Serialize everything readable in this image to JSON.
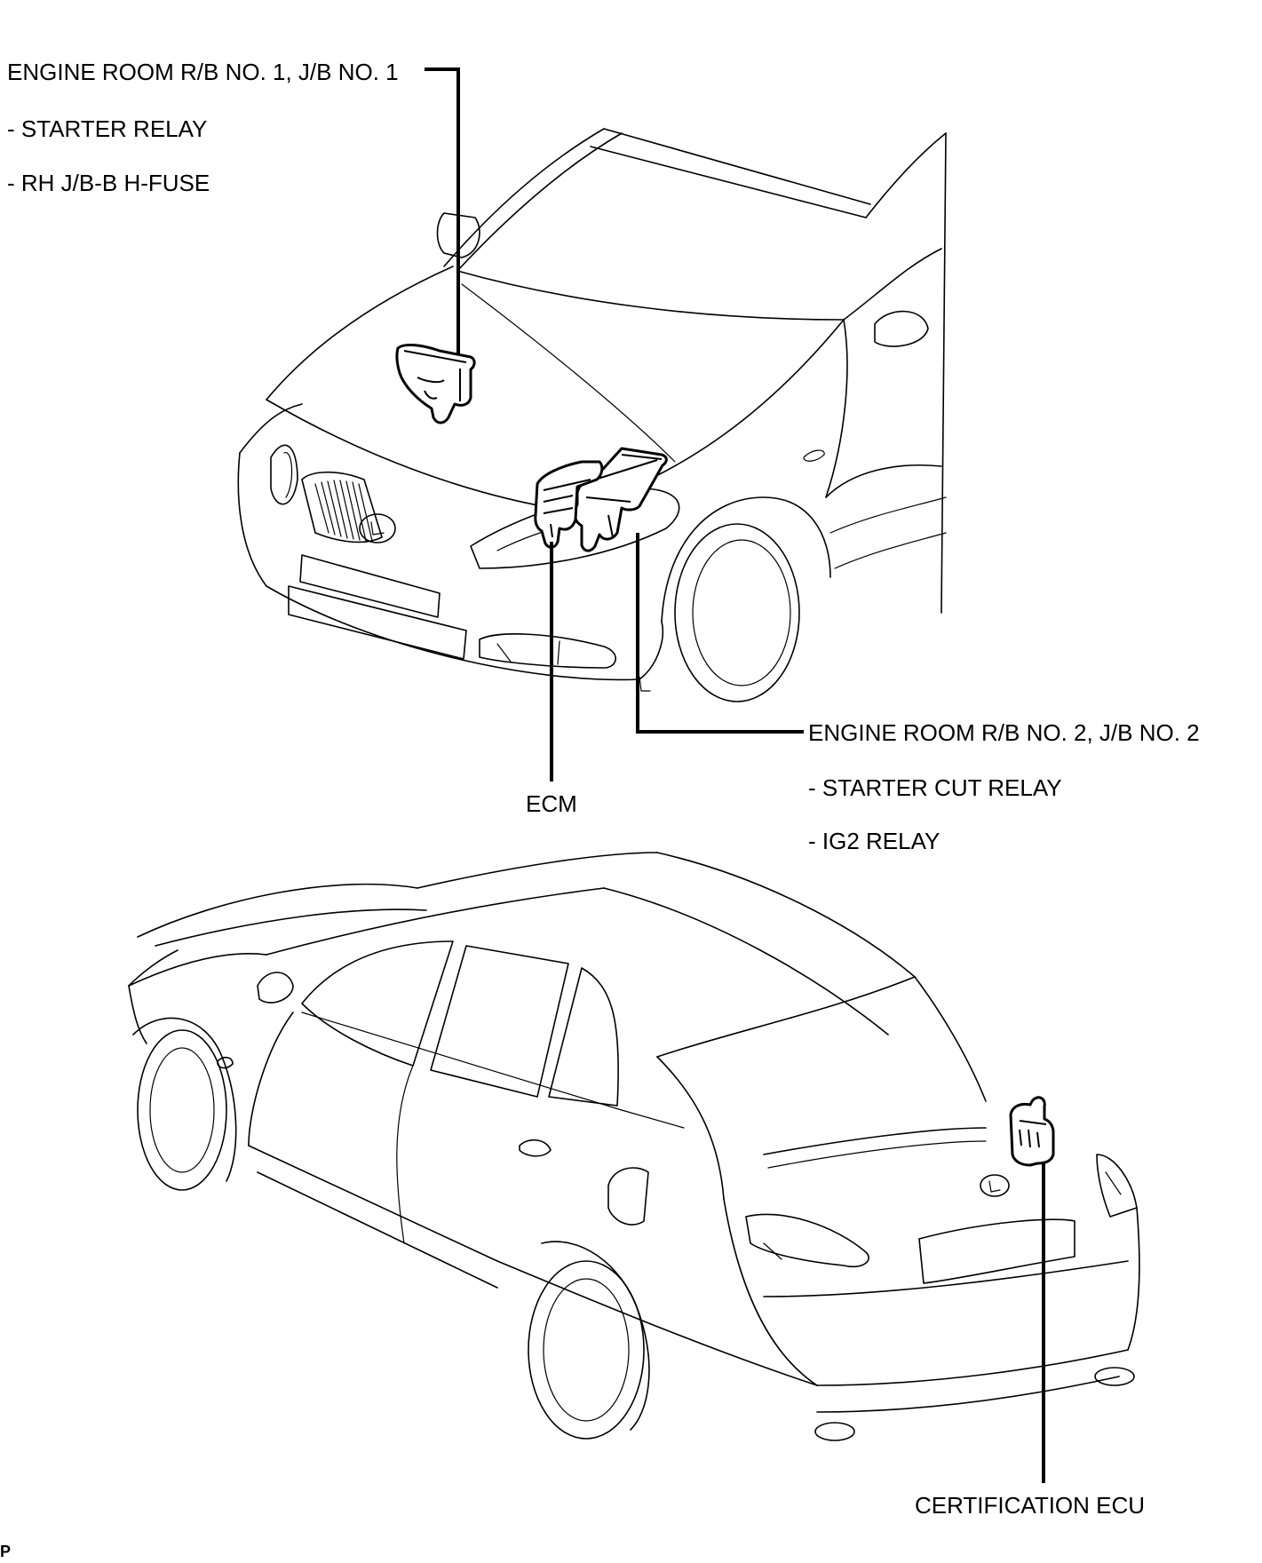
{
  "labels": {
    "er_rb1": {
      "title": "ENGINE ROOM R/B NO. 1, J/B NO. 1",
      "items": [
        "- STARTER RELAY",
        "- RH J/B-B H-FUSE"
      ]
    },
    "er_rb2": {
      "title": "ENGINE ROOM R/B NO. 2, J/B NO. 2",
      "items": [
        "- STARTER CUT RELAY",
        "- IG2 RELAY"
      ]
    },
    "ecm": "ECM",
    "certification_ecu": "CERTIFICATION ECU",
    "corner_mark": "P"
  },
  "colors": {
    "line": "#000000",
    "background": "#ffffff"
  }
}
